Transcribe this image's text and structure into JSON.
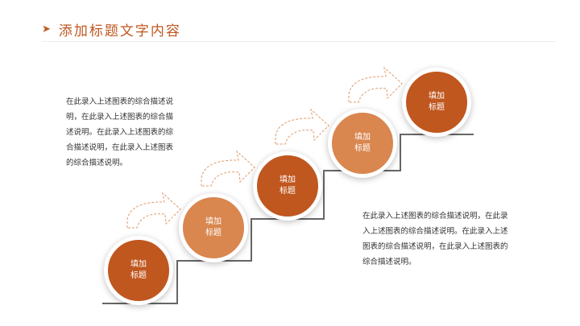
{
  "header": {
    "title": "添加标题文字内容",
    "icon": "chevron-right-icon"
  },
  "colors": {
    "dark": "#c0571f",
    "light": "#d9864f",
    "line": "#666666",
    "dash": "#e09a6a"
  },
  "steps": [
    {
      "line1": "填加",
      "line2": "标题",
      "tone": "dark"
    },
    {
      "line1": "填加",
      "line2": "标题",
      "tone": "light"
    },
    {
      "line1": "填加",
      "line2": "标题",
      "tone": "dark"
    },
    {
      "line1": "填加",
      "line2": "标题",
      "tone": "light"
    },
    {
      "line1": "填加",
      "line2": "标题",
      "tone": "dark"
    }
  ],
  "left_text": [
    "在此录入上述图表的综合描述说",
    "明，在此录入上述图表的综合描",
    "述说明。在此录入上述图表的综",
    "合描述说明，在此录入上述图表",
    "的综合描述说明。"
  ],
  "right_text": [
    "在此录入上述图表的综合描述说明，在此录",
    "入上述图表的综合描述说明。在此录入上述",
    "图表的综合描述说明，在此录入上述图表的",
    "综合描述说明。"
  ]
}
